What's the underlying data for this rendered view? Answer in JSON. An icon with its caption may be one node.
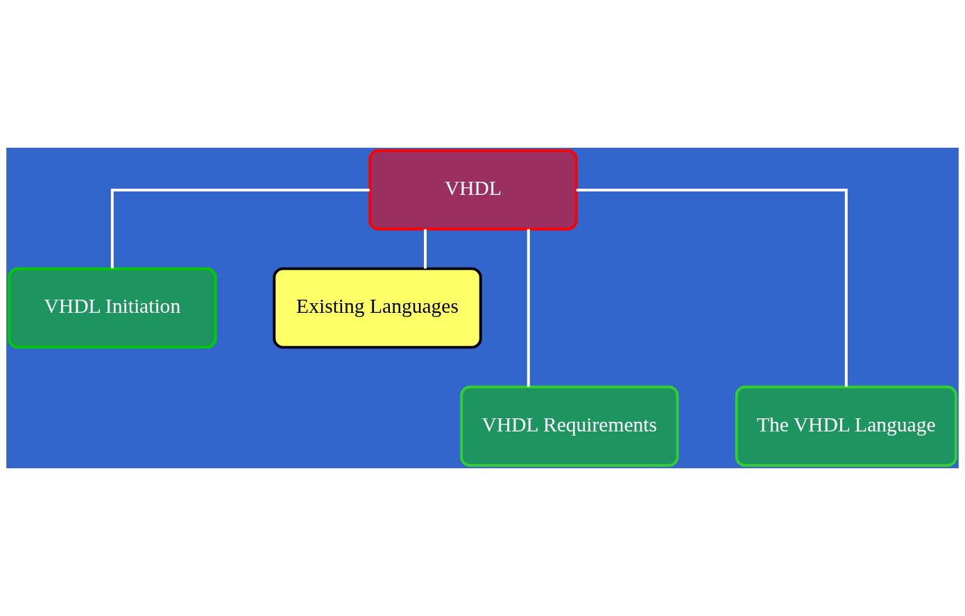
{
  "diagram": {
    "nodes": [
      {
        "text": [
          "VHDL"
        ]
      },
      {
        "text": [
          "VHDL Initiation"
        ]
      },
      {
        "text": [
          "Existing Languages"
        ]
      },
      {
        "text": [
          "VHDL Requirements"
        ]
      },
      {
        "text": [
          "The VHDL Language"
        ]
      }
    ],
    "edges": [
      {
        "from": 0,
        "to": 1,
        "arrow": "none"
      },
      {
        "from": 0,
        "to": 2,
        "arrow": "none"
      },
      {
        "from": 0,
        "to": 3,
        "arrow": "none"
      },
      {
        "from": 0,
        "to": 4,
        "arrow": "none"
      }
    ]
  }
}
